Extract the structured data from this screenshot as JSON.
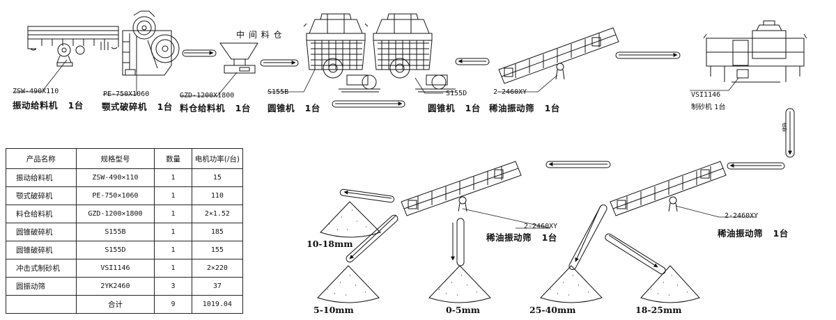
{
  "equipment": [
    {
      "model": "ZSW-490X110",
      "name": "振动给料机",
      "count": "1台"
    },
    {
      "model": "PE-750X1060",
      "name": "颚式破碎机",
      "count": "1台"
    },
    {
      "model": "GZD-1200X1800",
      "name": "料仓给料机",
      "count": "1台"
    },
    {
      "model": "S155B",
      "name": "圆锥机",
      "count": "1台"
    },
    {
      "model": "S155D",
      "name": "圆锥机",
      "count": "1台"
    },
    {
      "model": "2-2460XY",
      "name": "稀油振动筛",
      "count": "1台"
    },
    {
      "model": "VSI1146",
      "name": "制砂机",
      "count": "1台"
    },
    {
      "model": "2-2460XY",
      "name": "稀油振动筛",
      "count": "1台"
    },
    {
      "model": "2-2460XY",
      "name": "稀油振动筛",
      "count": "1台"
    }
  ],
  "bin_label": "中 间 料 仓",
  "vertical_belt_label": "皮带",
  "products": [
    "10-18mm",
    "5-10mm",
    "0-5mm",
    "25-40mm",
    "18-25mm"
  ],
  "table": {
    "headers": [
      "产品名称",
      "规格型号",
      "数量",
      "电机功率(/台)"
    ],
    "rows": [
      [
        "振动给料机",
        "ZSW-490×110",
        "1",
        "15"
      ],
      [
        "颚式破碎机",
        "PE-750×1060",
        "1",
        "110"
      ],
      [
        "料仓给料机",
        "GZD-1200×1800",
        "1",
        "2×1.52"
      ],
      [
        "圆锥破碎机",
        "S155B",
        "1",
        "185"
      ],
      [
        "圆锥破碎机",
        "S155D",
        "1",
        "155"
      ],
      [
        "冲击式制砂机",
        "VSI1146",
        "1",
        "2×220"
      ],
      [
        "圆振动筛",
        "2YK2460",
        "3",
        "37"
      ]
    ],
    "total": [
      "",
      "合计",
      "9",
      "1019.04"
    ]
  }
}
